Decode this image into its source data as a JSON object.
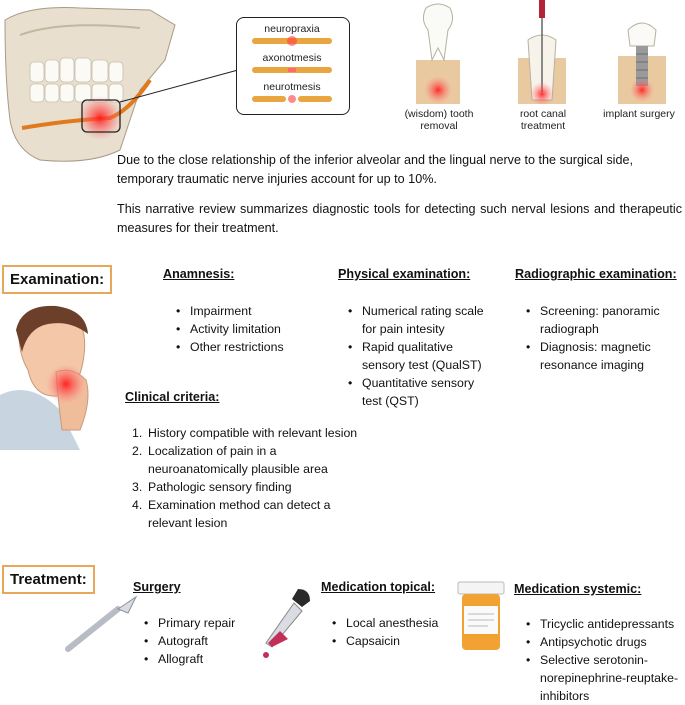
{
  "top": {
    "nerve_labels": [
      "neuropraxia",
      "axonotmesis",
      "neurotmesis"
    ],
    "procedures": [
      "(wisdom) tooth removal",
      "root canal treatment",
      "implant surgery"
    ],
    "paragraph1": "Due to the close relationship of the inferior alveolar and the lingual nerve to the surgical side, temporary traumatic nerve injuries account for up to 10%.",
    "paragraph2": "This narrative review summarizes diagnostic tools for detecting such nerval lesions and therapeutic measures for their treatment."
  },
  "examination": {
    "label": "Examination:",
    "anamnesis": {
      "heading": "Anamnesis:",
      "items": [
        "Impairment",
        "Activity limitation",
        "Other restrictions"
      ]
    },
    "physical": {
      "heading": "Physical examination:",
      "items": [
        "Numerical rating scale for pain intesity",
        "Rapid qualitative sensory test (QualST)",
        "Quantitative sensory test (QST)"
      ]
    },
    "radiographic": {
      "heading": "Radiographic examination:",
      "items": [
        "Screening: panoramic radiograph",
        "Diagnosis: magnetic resonance imaging"
      ]
    },
    "clinical": {
      "heading": "Clinical criteria:",
      "items": [
        "History compatible with relevant lesion",
        "Localization of pain in a neuroanatomically plausible area",
        "Pathologic sensory finding",
        "Examination method can detect a relevant lesion"
      ]
    }
  },
  "treatment": {
    "label": "Treatment:",
    "surgery": {
      "heading": "Surgery",
      "items": [
        "Primary repair",
        "Autograft",
        "Allograft"
      ]
    },
    "topical": {
      "heading": "Medication topical:",
      "items": [
        "Local anesthesia",
        "Capsaicin"
      ]
    },
    "systemic": {
      "heading": "Medication systemic:",
      "items": [
        "Tricyclic antidepressants",
        "Antipsychotic drugs",
        "Selective serotonin-norepinephrine-reuptake-inhibitors"
      ]
    }
  },
  "colors": {
    "accent_orange": "#e8a85c",
    "nerve": "#e07a1f",
    "pain_red": "#ff2a2a",
    "bone": "#e6dccb"
  }
}
